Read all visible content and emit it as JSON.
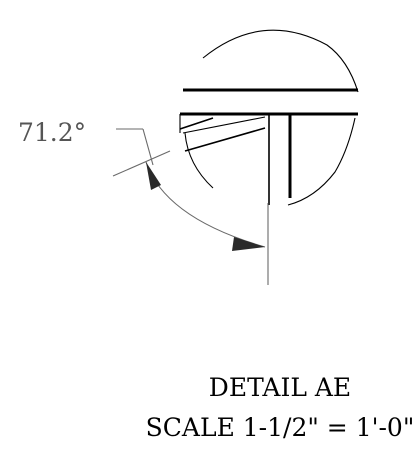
{
  "detail": {
    "angle_label": "71.2°",
    "title": "DETAIL AE",
    "scale": "SCALE 1-1/2\" = 1'-0\""
  },
  "colors": {
    "line": "#000000",
    "dimension": "#555555"
  }
}
